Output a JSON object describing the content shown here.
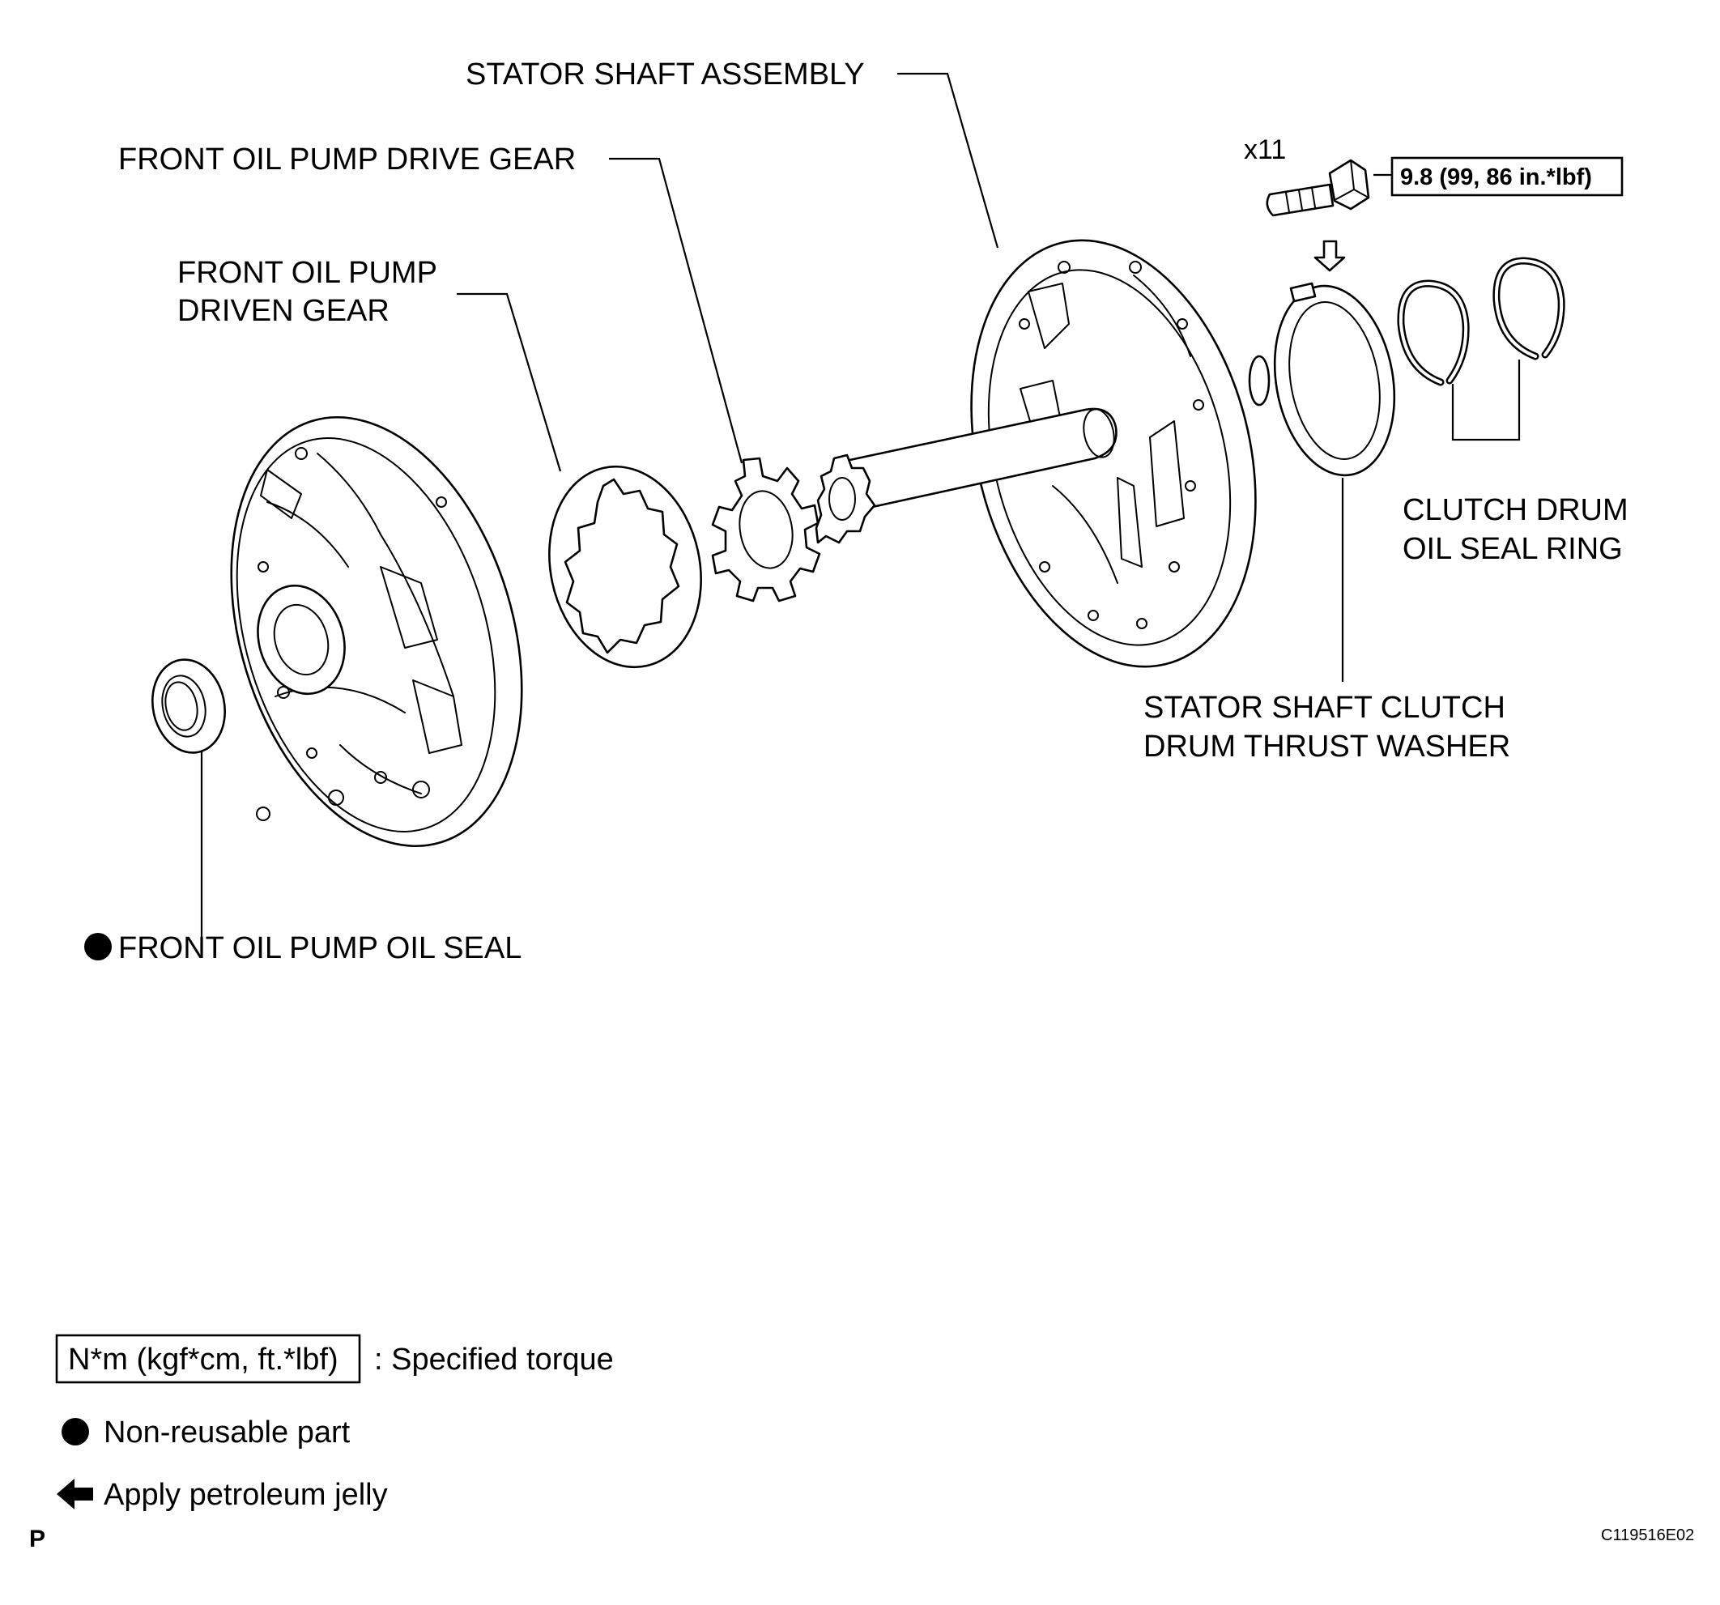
{
  "labels": {
    "stator_shaft_assembly": "STATOR SHAFT ASSEMBLY",
    "front_oil_pump_drive_gear": "FRONT OIL PUMP DRIVE GEAR",
    "front_oil_pump_driven_gear_line1": "FRONT OIL PUMP",
    "front_oil_pump_driven_gear_line2": "DRIVEN GEAR",
    "front_oil_pump_oil_seal": "FRONT OIL PUMP OIL SEAL",
    "clutch_drum_oil_seal_ring_line1": "CLUTCH DRUM",
    "clutch_drum_oil_seal_ring_line2": "OIL SEAL RING",
    "thrust_washer_line1": "STATOR SHAFT CLUTCH",
    "thrust_washer_line2": "DRUM THRUST WASHER",
    "bolt_quantity": "x11",
    "torque_spec": "9.8 (99, 86 in.*lbf)"
  },
  "legend": {
    "torque_box": "N*m (kgf*cm, ft.*lbf)",
    "torque_desc": ": Specified torque",
    "non_reusable": "Non-reusable part",
    "petroleum_jelly": "Apply petroleum jelly"
  },
  "footer": {
    "page_letter": "P",
    "figure_code": "C119516E02"
  },
  "icons": {
    "non_reusable": "filled-circle-icon",
    "petroleum_jelly": "left-arrow-icon",
    "apply_marker": "down-arrow-icon"
  }
}
